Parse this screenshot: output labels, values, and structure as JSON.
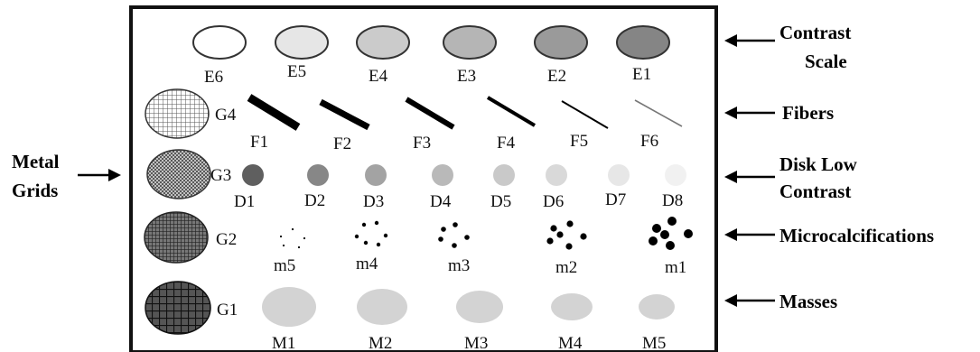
{
  "phantom": {
    "contrast_scale": [
      {
        "label": "E6",
        "fill": "#ffffff"
      },
      {
        "label": "E5",
        "fill": "#e6e6e6"
      },
      {
        "label": "E4",
        "fill": "#cbcbcb"
      },
      {
        "label": "E3",
        "fill": "#b5b5b5"
      },
      {
        "label": "E2",
        "fill": "#9a9a9a"
      },
      {
        "label": "E1",
        "fill": "#858585"
      }
    ],
    "fibers": [
      "F1",
      "F2",
      "F3",
      "F4",
      "F5",
      "F6"
    ],
    "disks": [
      {
        "label": "D1",
        "fill": "#5f5f5f"
      },
      {
        "label": "D2",
        "fill": "#878787"
      },
      {
        "label": "D3",
        "fill": "#a3a3a3"
      },
      {
        "label": "D4",
        "fill": "#b9b9b9"
      },
      {
        "label": "D5",
        "fill": "#c9c9c9"
      },
      {
        "label": "D6",
        "fill": "#d9d9d9"
      },
      {
        "label": "D7",
        "fill": "#e7e7e7"
      },
      {
        "label": "D8",
        "fill": "#f1f1f1"
      }
    ],
    "microcalcifications": [
      "m5",
      "m4",
      "m3",
      "m2",
      "m1"
    ],
    "masses": [
      "M1",
      "M2",
      "M3",
      "M4",
      "M5"
    ],
    "grids": [
      "G4",
      "G3",
      "G2",
      "G1"
    ]
  },
  "annotations": {
    "contrast_scale_line1": "Contrast",
    "contrast_scale_line2": "Scale",
    "fibers": "Fibers",
    "disk_line1": "Disk Low",
    "disk_line2": "Contrast",
    "microcalcifications": "Microcalcifications",
    "masses": "Masses",
    "metal_grids_line1": "Metal",
    "metal_grids_line2": "Grids"
  }
}
